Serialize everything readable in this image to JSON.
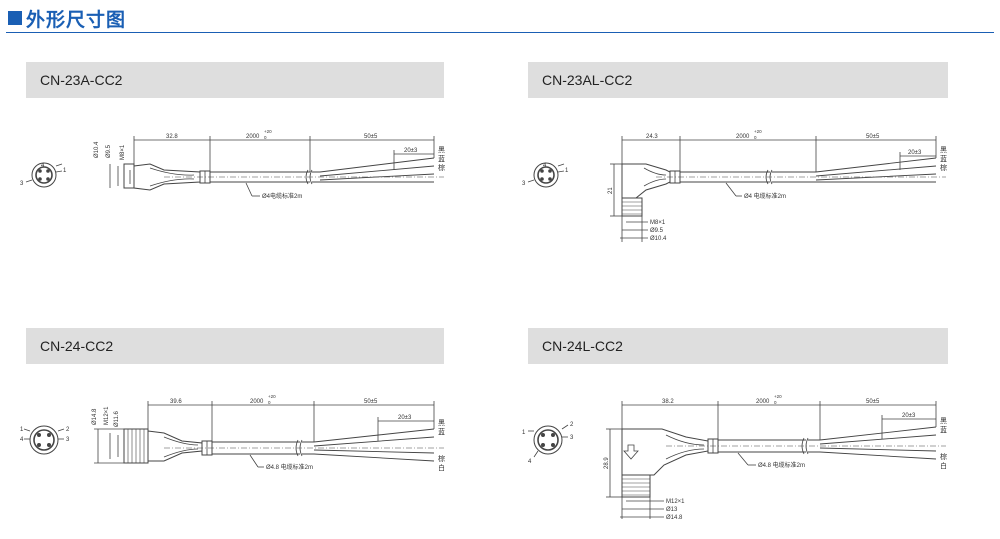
{
  "page": {
    "title": "外形尺寸图"
  },
  "common": {
    "tol_2000": "2000",
    "tol_sup": "+20",
    "tol_sub": "0",
    "len_50": "50±5",
    "len_20": "20±3",
    "color_black": "黑",
    "color_blue": "蓝",
    "color_brown": "棕",
    "color_white": "白",
    "pin_1": "1",
    "pin_2": "2",
    "pin_3": "3",
    "pin_4": "4"
  },
  "panels": {
    "p1": {
      "model": "CN-23A-CC2",
      "len_a": "32.8",
      "cable": "Ø4电缆标准2m",
      "d_outer": "Ø10.4",
      "d_mid": "Ø9.5",
      "thread": "M8×1"
    },
    "p2": {
      "model": "CN-23AL-CC2",
      "len_a": "24.3",
      "cable": "Ø4 电缆标准2m",
      "height": "21",
      "thread": "M8×1",
      "d_mid": "Ø9.5",
      "d_outer": "Ø10.4"
    },
    "p3": {
      "model": "CN-24-CC2",
      "len_a": "39.6",
      "cable": "Ø4.8 电缆标准2m",
      "d_outer": "Ø14.8",
      "thread": "M12×1",
      "d_mid": "Ø11.6"
    },
    "p4": {
      "model": "CN-24L-CC2",
      "len_a": "38.2",
      "cable": "Ø4.8 电缆标准2m",
      "height": "28.9",
      "thread": "M12×1",
      "d_mid": "Ø13",
      "d_outer": "Ø14.8"
    }
  }
}
